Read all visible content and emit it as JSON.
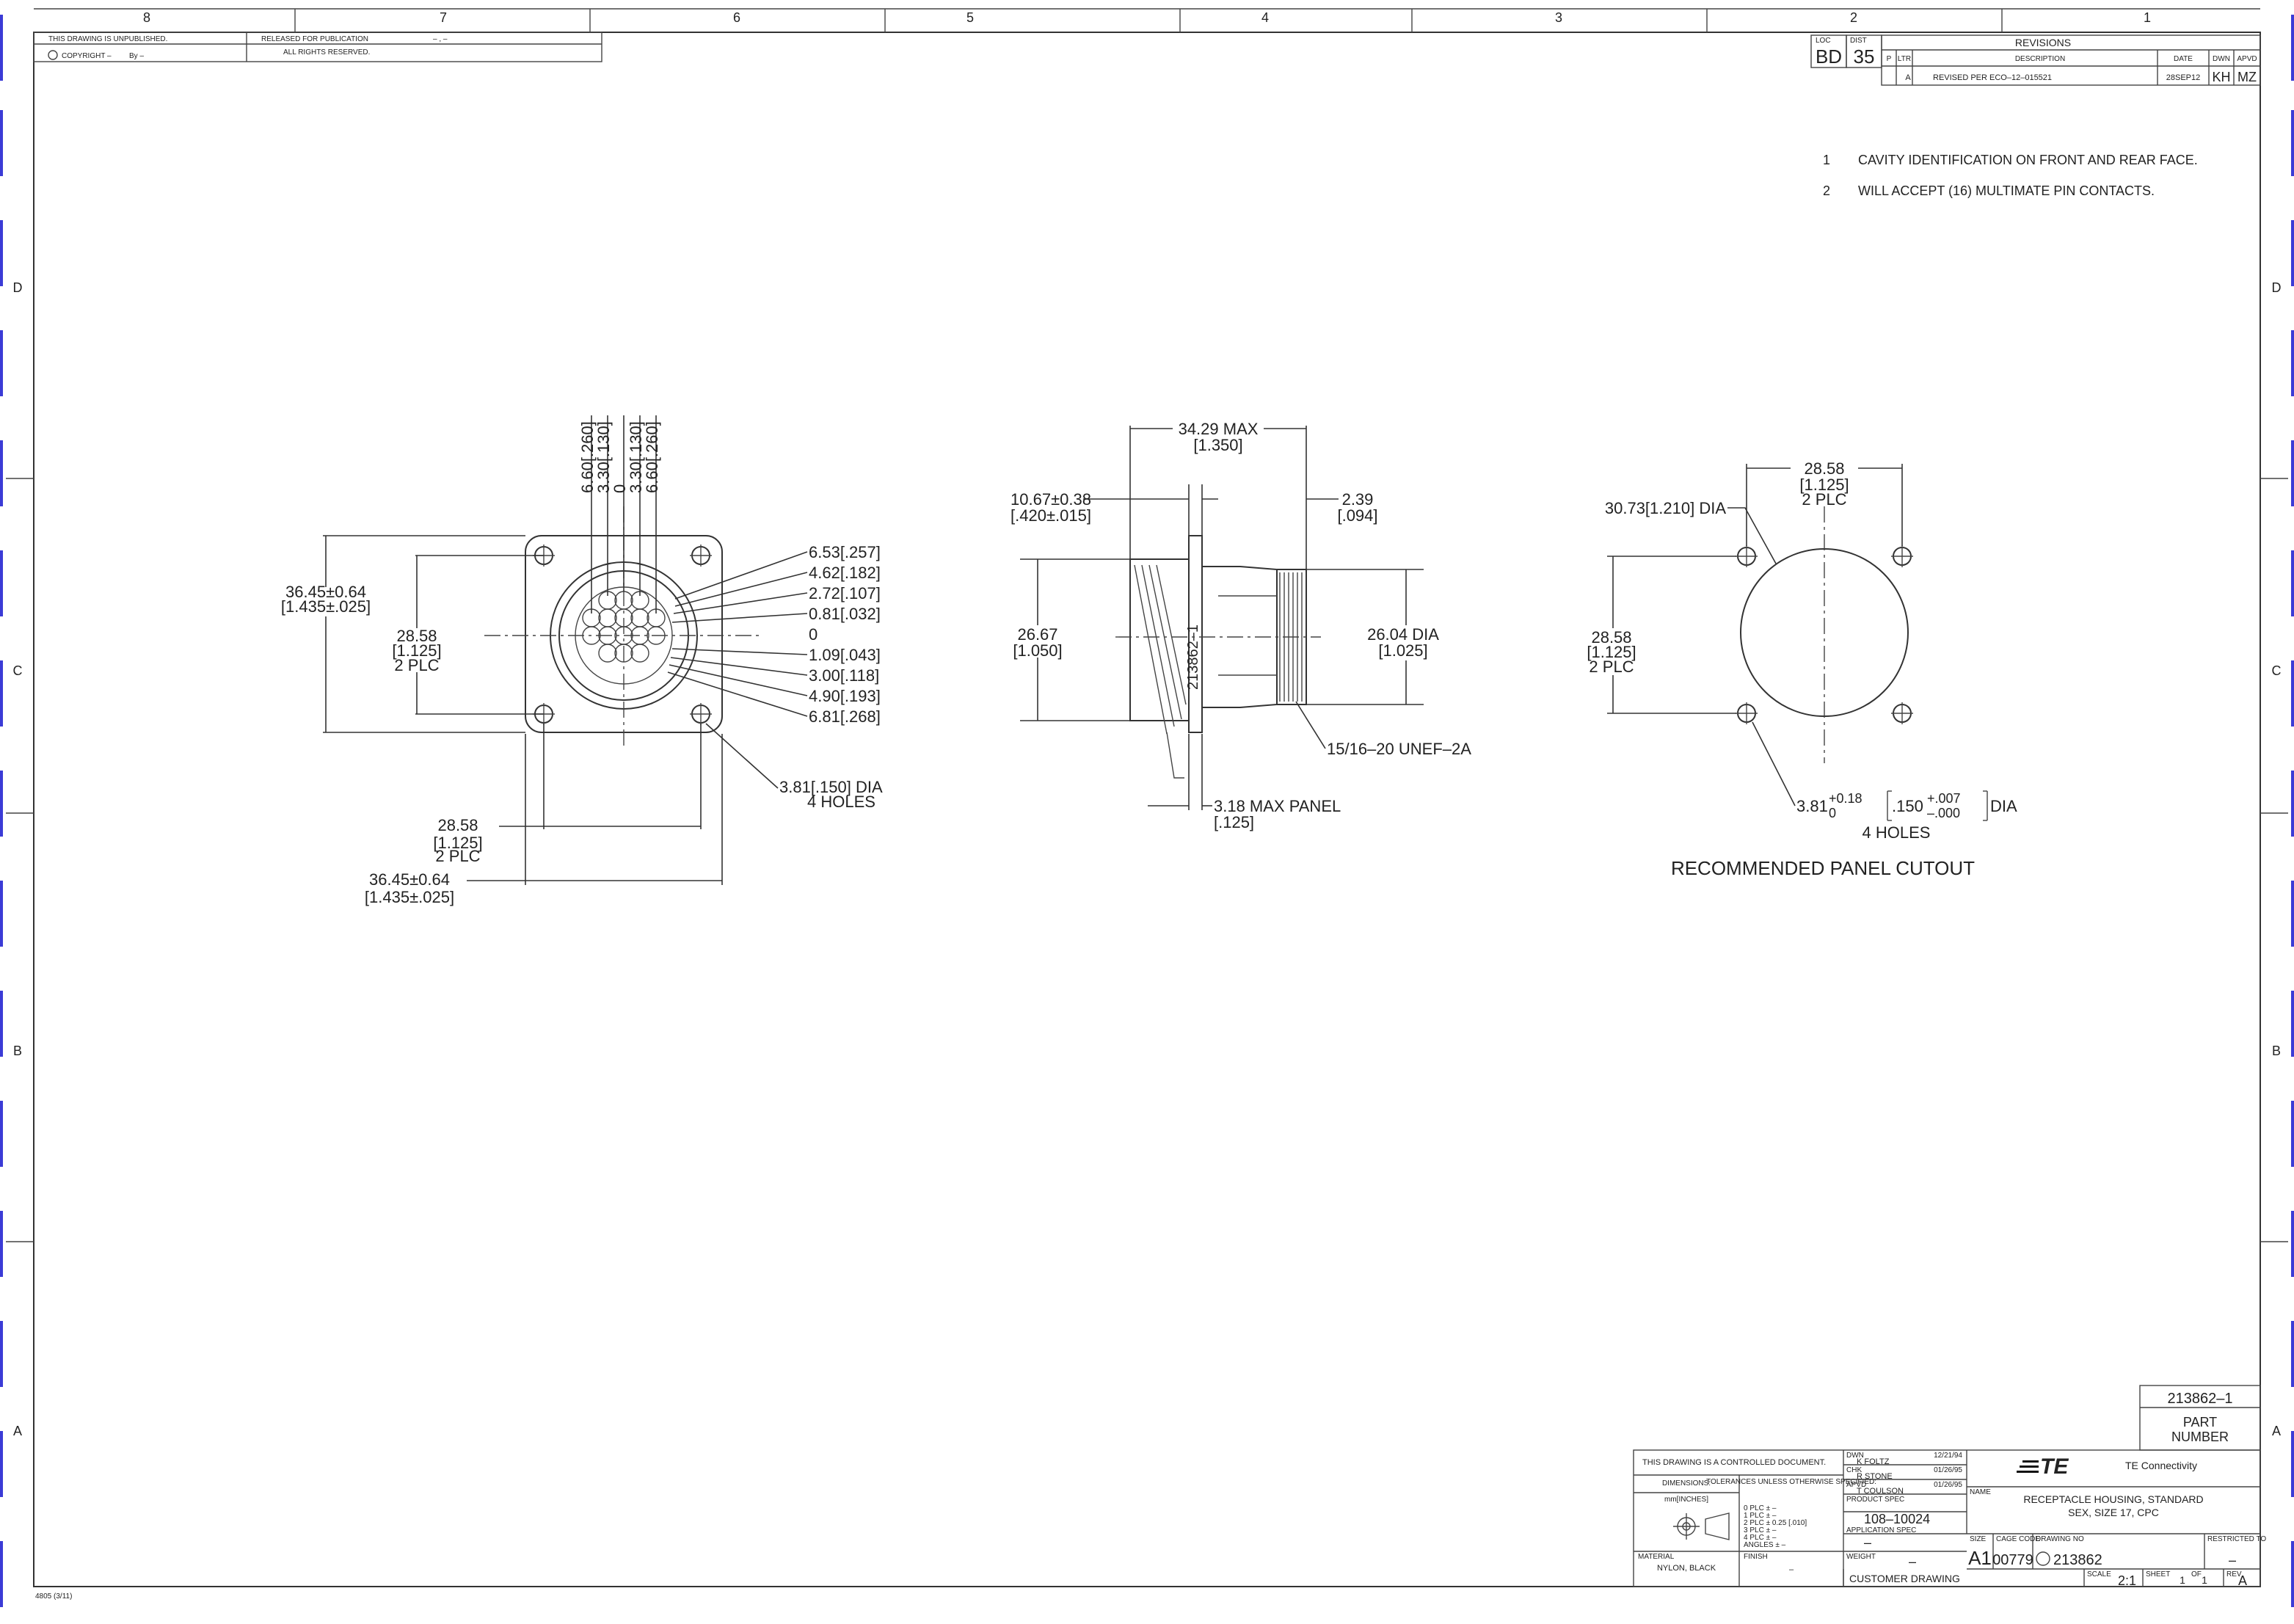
{
  "frame": {
    "zone_numbers": [
      "8",
      "7",
      "6",
      "5",
      "4",
      "3",
      "2",
      "1"
    ],
    "zone_letters": [
      "D",
      "C",
      "B",
      "A"
    ]
  },
  "top_left_block": {
    "unpublished": "THIS DRAWING IS UNPUBLISHED.",
    "released": "RELEASED FOR PUBLICATION",
    "released_by": "– , –",
    "copyright": "COPYRIGHT",
    "copyright_dash": "–",
    "by": "By –",
    "rights": "ALL RIGHTS RESERVED."
  },
  "loc_dist": {
    "loc_label": "LOC",
    "loc": "BD",
    "dist_label": "DIST",
    "dist": "35"
  },
  "revisions": {
    "title": "REVISIONS",
    "col_p": "P",
    "col_ltr": "LTR",
    "col_desc": "DESCRIPTION",
    "col_date": "DATE",
    "col_dwn": "DWN",
    "col_apvd": "APVD",
    "row": {
      "ltr": "A",
      "desc": "REVISED PER ECO–12–015521",
      "date": "28SEP12",
      "dwn": "KH",
      "apvd": "MZ"
    }
  },
  "notes": [
    {
      "num": "1",
      "text": "CAVITY IDENTIFICATION ON FRONT AND REAR FACE."
    },
    {
      "num": "2",
      "text": "WILL ACCEPT (16) MULTIMATE PIN CONTACTS."
    }
  ],
  "front_view": {
    "top_dims": [
      "6.60[.260]",
      "3.30[.130]",
      "0",
      "3.30[.130]",
      "6.60[.260]"
    ],
    "right_dims": [
      "6.53[.257]",
      "4.62[.182]",
      "2.72[.107]",
      "0.81[.032]",
      "0",
      "1.09[.043]",
      "3.00[.118]",
      "4.90[.193]",
      "6.81[.268]"
    ],
    "left_outer_a": "36.45±0.64",
    "left_outer_b": "[1.435±.025]",
    "left_inner_a": "28.58",
    "left_inner_b": "[1.125]",
    "left_inner_c": "2 PLC",
    "hole_a": "3.81[.150] DIA",
    "hole_b": "4 HOLES",
    "bottom_inner_a": "28.58",
    "bottom_inner_b": "[1.125]",
    "bottom_inner_c": "2 PLC",
    "bottom_outer_a": "36.45±0.64",
    "bottom_outer_b": "[1.435±.025]"
  },
  "side_view": {
    "max_a": "34.29 MAX",
    "max_b": "[1.350]",
    "flange_a": "10.67±0.38",
    "flange_b": "[.420±.015]",
    "lip_a": "2.39",
    "lip_b": "[.094]",
    "height_a": "26.67",
    "height_b": "[1.050]",
    "dia_a": "26.04 DIA",
    "dia_b": "[1.025]",
    "thread": "15/16–20 UNEF–2A",
    "panel_a": "3.18 MAX PANEL",
    "panel_b": "[.125]",
    "part_mark": "213862–1"
  },
  "cutout": {
    "top_a": "28.58",
    "top_b": "[1.125]",
    "top_c": "2 PLC",
    "dia_label": "30.73[1.210] DIA",
    "left_a": "28.58",
    "left_b": "[1.125]",
    "left_c": "2 PLC",
    "hole_main": "3.81",
    "hole_tol_up": "+0.18",
    "hole_tol_dn": "0",
    "hole_in": ".150",
    "hole_in_up": "+.007",
    "hole_in_dn": "–.000",
    "hole_dia": "DIA",
    "hole_count": "4 HOLES",
    "caption": "RECOMMENDED PANEL CUTOUT"
  },
  "part_box": {
    "number": "213862–1",
    "label_a": "PART",
    "label_b": "NUMBER"
  },
  "title_block": {
    "controlled": "THIS DRAWING IS A CONTROLLED DOCUMENT.",
    "dimensions": "DIMENSIONS:",
    "units": "mm[INCHES]",
    "tolerances": "TOLERANCES UNLESS OTHERWISE SPECIFIED:",
    "tol_rows": [
      "0 PLC   ± –",
      "1 PLC   ± –",
      "2 PLC   ± 0.25 [.010]",
      "3 PLC   ± –",
      "4 PLC   ± –",
      "ANGLES   ± –"
    ],
    "material_label": "MATERIAL",
    "material": "NYLON, BLACK",
    "finish_label": "FINISH",
    "finish": "–",
    "dwn_label": "DWN",
    "dwn": "K FOLTZ",
    "dwn_date": "12/21/94",
    "chk_label": "CHK",
    "chk": "R STONE",
    "chk_date": "01/26/95",
    "apvd_label": "APVD",
    "apvd": "T COULSON",
    "apvd_date": "01/26/95",
    "product_spec_label": "PRODUCT SPEC",
    "product_spec": "108–10024",
    "app_spec_label": "APPLICATION SPEC",
    "weight_label": "WEIGHT",
    "weight": "–",
    "logo": "TE",
    "company": "TE Connectivity",
    "name_label": "NAME",
    "name_a": "RECEPTACLE HOUSING, STANDARD",
    "name_b": "SEX, SIZE 17, CPC",
    "size_label": "SIZE",
    "size": "A1",
    "cage_label": "CAGE CODE",
    "cage": "00779",
    "dwg_label": "DRAWING NO",
    "dwg": "213862",
    "restricted_label": "RESTRICTED TO",
    "restricted": "–",
    "customer": "CUSTOMER DRAWING",
    "scale_label": "SCALE",
    "scale": "2:1",
    "sheet_label": "SHEET",
    "sheet": "1",
    "of_label": "OF",
    "sheet_of": "1",
    "rev_label": "REV",
    "rev": "A"
  },
  "form_id": "4805 (3/11)"
}
